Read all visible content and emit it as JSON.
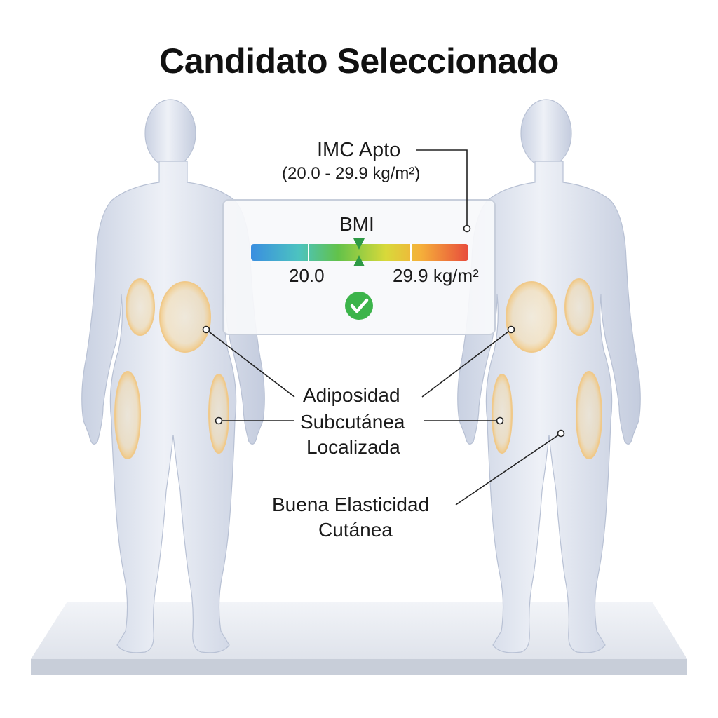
{
  "title": "Candidato Seleccionado",
  "bmi_note": {
    "heading": "IMC Apto",
    "range": "(20.0 - 29.9 kg/m²)"
  },
  "bmi_panel": {
    "label": "BMI",
    "min_label": "20.0",
    "max_label": "29.9 kg/m²",
    "check_icon": "check-circle-icon",
    "gradient": [
      "#3a8ee0",
      "#4cc3c0",
      "#62c24a",
      "#d8d93a",
      "#f5b03a",
      "#e84c3c"
    ]
  },
  "labels": {
    "adiposity": [
      "Adiposidad",
      "Subcutánea",
      "Localizada"
    ],
    "elasticity": [
      "Buena Elasticidad",
      "Cutánea"
    ]
  },
  "colors": {
    "body": "#dde3ef",
    "fat_zone": "#f3d9a8",
    "check": "#3cb44a"
  }
}
